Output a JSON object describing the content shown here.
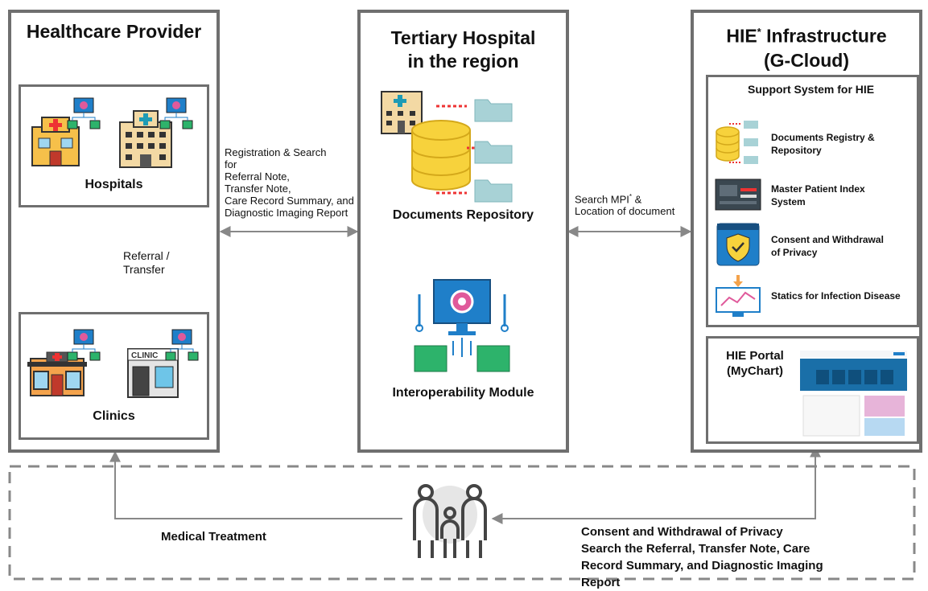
{
  "provider": {
    "title": "Healthcare Provider",
    "hospitals": "Hospitals",
    "clinics": "Clinics",
    "referral": [
      "Referral /",
      "Transfer"
    ],
    "clinic_sign": "CLINIC"
  },
  "tertiary": {
    "title": [
      "Tertiary Hospital",
      "in the region"
    ],
    "repo": "Documents Repository",
    "interop": "Interoperability Module"
  },
  "hie": {
    "title": "HIE",
    "title_sup": "*",
    "title_rest": " Infrastructure",
    "subtitle": "(G-Cloud)",
    "support_title": "Support System for HIE",
    "items": [
      [
        "Documents Registry &",
        "Repository"
      ],
      [
        "Master Patient Index",
        "System"
      ],
      [
        "Consent and Withdrawal",
        "of Privacy"
      ],
      [
        "Statics for Infection Disease"
      ]
    ],
    "portal": [
      "HIE Portal",
      "(MyChart)"
    ]
  },
  "edges": {
    "reg_search": [
      "Registration & Search",
      "for",
      "Referral Note,",
      "Transfer Note,",
      "Care Record Summary, and",
      "Diagnostic Imaging Report"
    ],
    "mpi_pre": "Search MPI",
    "mpi_sup": "*",
    "mpi_post": " &",
    "mpi_line2": "Location of document"
  },
  "bottom": {
    "medical": "Medical Treatment",
    "consent": [
      "Consent and Withdrawal of Privacy",
      "Search the Referral, Transfer Note, Care",
      "Record Summary, and Diagnostic Imaging",
      "Report"
    ]
  }
}
